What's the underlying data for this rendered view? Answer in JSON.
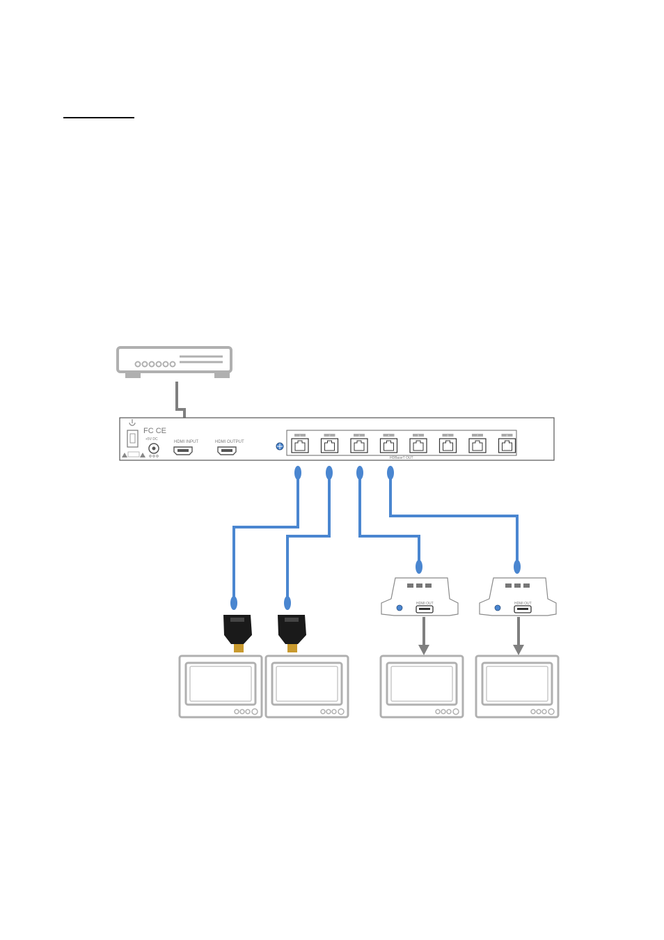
{
  "diagram": {
    "splitter": {
      "hdmi_input_label": "HDMI INPUT",
      "hdmi_output_label": "HDMI OUTPUT",
      "power_label": "+5V DC",
      "ports": [
        "1",
        "2",
        "3",
        "4",
        "5",
        "6",
        "7",
        "8"
      ],
      "ports_label": "HDBaseT OUT"
    },
    "receiver": {
      "hdmi_out_label": "HDMI OUT"
    },
    "colors": {
      "cat_cable": "#4a86d0",
      "hdmi_cable": "#7f7f7f",
      "outline": "#b0b0b0"
    }
  }
}
